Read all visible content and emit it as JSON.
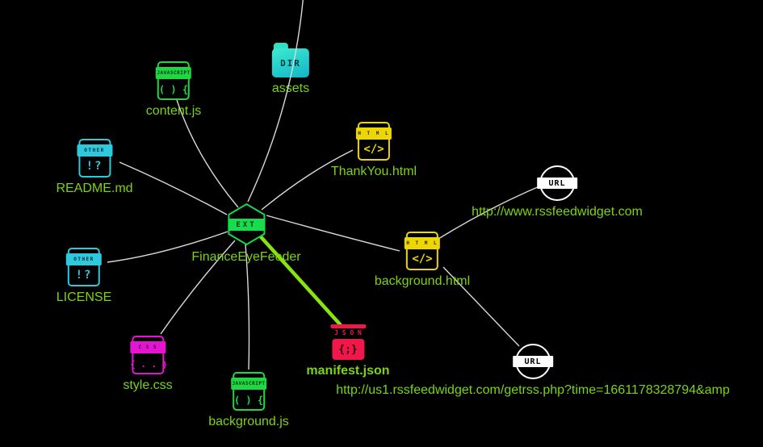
{
  "colors": {
    "background": "#000000",
    "label_green": "#7bd411",
    "edge_gray": "#d9d9d9",
    "highlight_edge_green": "#86e60e",
    "javascript_green": "#1ed743",
    "html_yellow": "#eed602",
    "css_magenta": "#e414d2",
    "json_crimson": "#f0174a",
    "other_cyan": "#2fc9dd",
    "dir_teal": "#26d6c4",
    "url_white": "#ffffff",
    "ext_green": "#15dd4c"
  },
  "icons": {
    "javascript": {
      "band": "JAVASCRIPT",
      "glyph": "( ) {"
    },
    "html": {
      "band": "H T M L",
      "glyph": "</>"
    },
    "other": {
      "band": "OTHER",
      "glyph": "!?"
    },
    "css": {
      "band": "C S S",
      "glyph": "{ . . }"
    },
    "json": {
      "band": "J S O N",
      "glyph": "{;}"
    },
    "dir": {
      "label": "DIR"
    },
    "url": {
      "label": "URL"
    },
    "ext": {
      "label": "EXT"
    }
  },
  "graph": {
    "root": {
      "label": "FinanceEyeFeeder"
    },
    "nodes": [
      {
        "id": "content-js",
        "label": "content.js",
        "type": "javascript"
      },
      {
        "id": "assets",
        "label": "assets",
        "type": "dir"
      },
      {
        "id": "thankyou-html",
        "label": "ThankYou.html",
        "type": "html"
      },
      {
        "id": "readme-md",
        "label": "README.md",
        "type": "other"
      },
      {
        "id": "license",
        "label": "LICENSE",
        "type": "other"
      },
      {
        "id": "style-css",
        "label": "style.css",
        "type": "css"
      },
      {
        "id": "background-js",
        "label": "background.js",
        "type": "javascript"
      },
      {
        "id": "manifest-json",
        "label": "manifest.json",
        "type": "json",
        "highlighted": true
      },
      {
        "id": "background-html",
        "label": "background.html",
        "type": "html"
      },
      {
        "id": "url-1",
        "label": "http://www.rssfeedwidget.com",
        "type": "url"
      },
      {
        "id": "url-2",
        "label": "http://us1.rssfeedwidget.com/getrss.php?time=1661178328794&amp",
        "type": "url"
      }
    ]
  }
}
